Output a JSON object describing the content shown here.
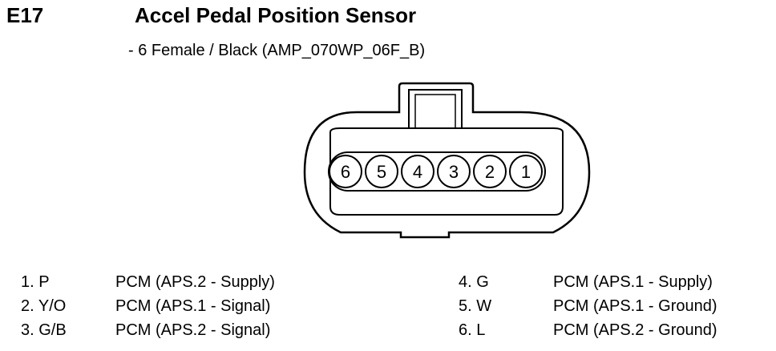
{
  "header": {
    "code": "E17",
    "title": "Accel Pedal Position Sensor",
    "subtitle": "- 6 Female / Black (AMP_070WP_06F_B)"
  },
  "connector": {
    "pins_in_view": [
      "6",
      "5",
      "4",
      "3",
      "2",
      "1"
    ]
  },
  "pin_list": {
    "left": [
      {
        "id": "1. P",
        "desc": "PCM (APS.2 - Supply)"
      },
      {
        "id": "2. Y/O",
        "desc": "PCM (APS.1 - Signal)"
      },
      {
        "id": "3. G/B",
        "desc": "PCM (APS.2 - Signal)"
      }
    ],
    "right": [
      {
        "id": "4. G",
        "desc": "PCM (APS.1 - Supply)"
      },
      {
        "id": "5. W",
        "desc": "PCM (APS.1 - Ground)"
      },
      {
        "id": "6. L",
        "desc": "PCM (APS.2 - Ground)"
      }
    ]
  }
}
